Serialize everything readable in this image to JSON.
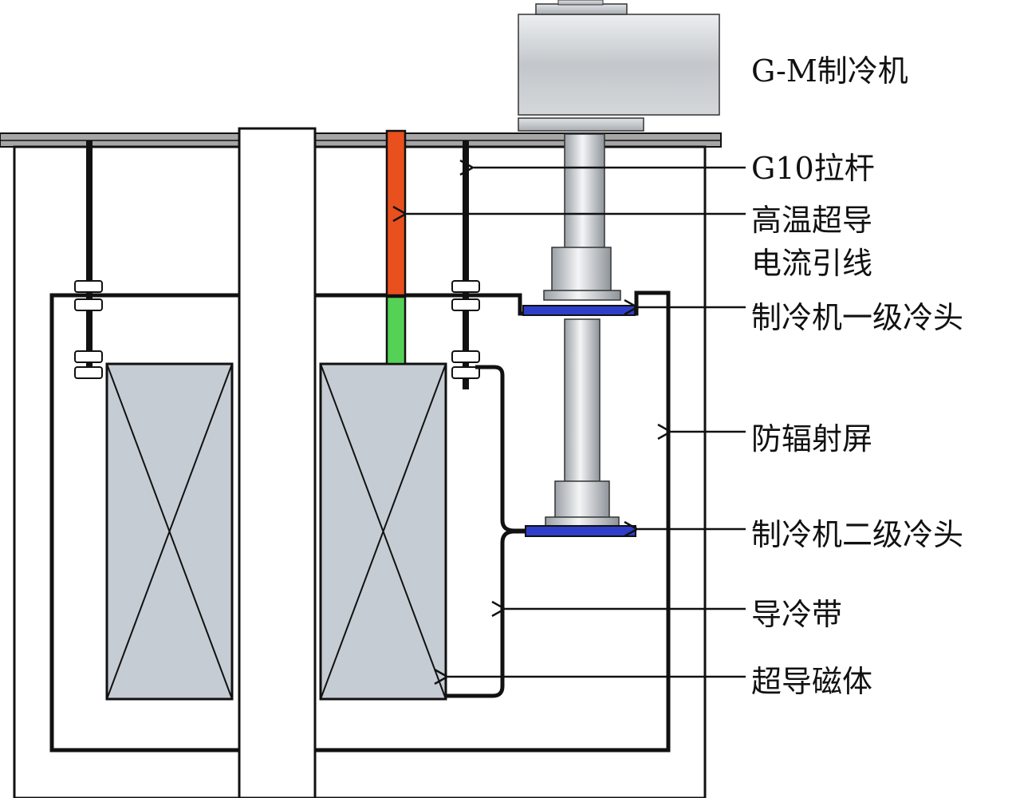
{
  "labels": {
    "cryocooler": "G-M制冷机",
    "g10_rod": "G10拉杆",
    "hts_lead_line1": "高温超导",
    "hts_lead_line2": "电流引线",
    "first_stage_head": "制冷机一级冷头",
    "radiation_shield": "防辐射屏",
    "second_stage_head": "制冷机二级冷头",
    "thermal_strap": "导冷带",
    "superconducting_magnet": "超导磁体"
  },
  "colors": {
    "hts_lead": "#e8501e",
    "lead_lower": "#55d155",
    "cold_head": "#2f3ec8",
    "magnet_fill": "#c6ccd3",
    "outline": "#111111"
  }
}
